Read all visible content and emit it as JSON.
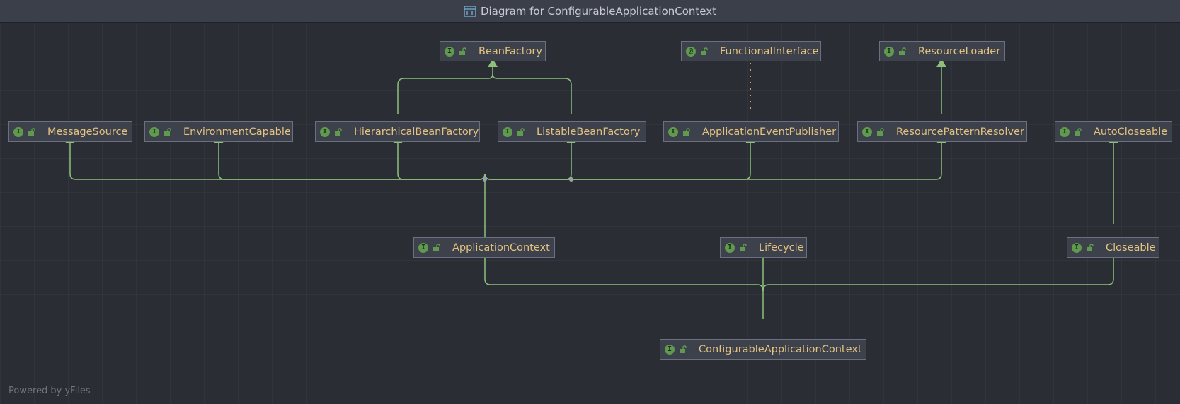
{
  "window": {
    "title": "Diagram for ConfigurableApplicationContext"
  },
  "footer": "Powered by yFiles",
  "colors": {
    "edge": "#8bc17a",
    "dotted": "#d0a55a",
    "text": "#e4c27f",
    "badge": "#5f9a4f"
  },
  "nodes": {
    "bean_factory": {
      "label": "BeanFactory",
      "badge": "I"
    },
    "functional_interface": {
      "label": "FunctionalInterface",
      "badge": "@"
    },
    "resource_loader": {
      "label": "ResourceLoader",
      "badge": "I"
    },
    "message_source": {
      "label": "MessageSource",
      "badge": "I"
    },
    "environment_capable": {
      "label": "EnvironmentCapable",
      "badge": "I"
    },
    "hierarchical_bean_factory": {
      "label": "HierarchicalBeanFactory",
      "badge": "I"
    },
    "listable_bean_factory": {
      "label": "ListableBeanFactory",
      "badge": "I"
    },
    "application_event_publisher": {
      "label": "ApplicationEventPublisher",
      "badge": "I"
    },
    "resource_pattern_resolver": {
      "label": "ResourcePatternResolver",
      "badge": "I"
    },
    "auto_closeable": {
      "label": "AutoCloseable",
      "badge": "I"
    },
    "application_context": {
      "label": "ApplicationContext",
      "badge": "I"
    },
    "lifecycle": {
      "label": "Lifecycle",
      "badge": "I"
    },
    "closeable": {
      "label": "Closeable",
      "badge": "I"
    },
    "configurable_application_context": {
      "label": "ConfigurableApplicationContext",
      "badge": "I"
    }
  }
}
